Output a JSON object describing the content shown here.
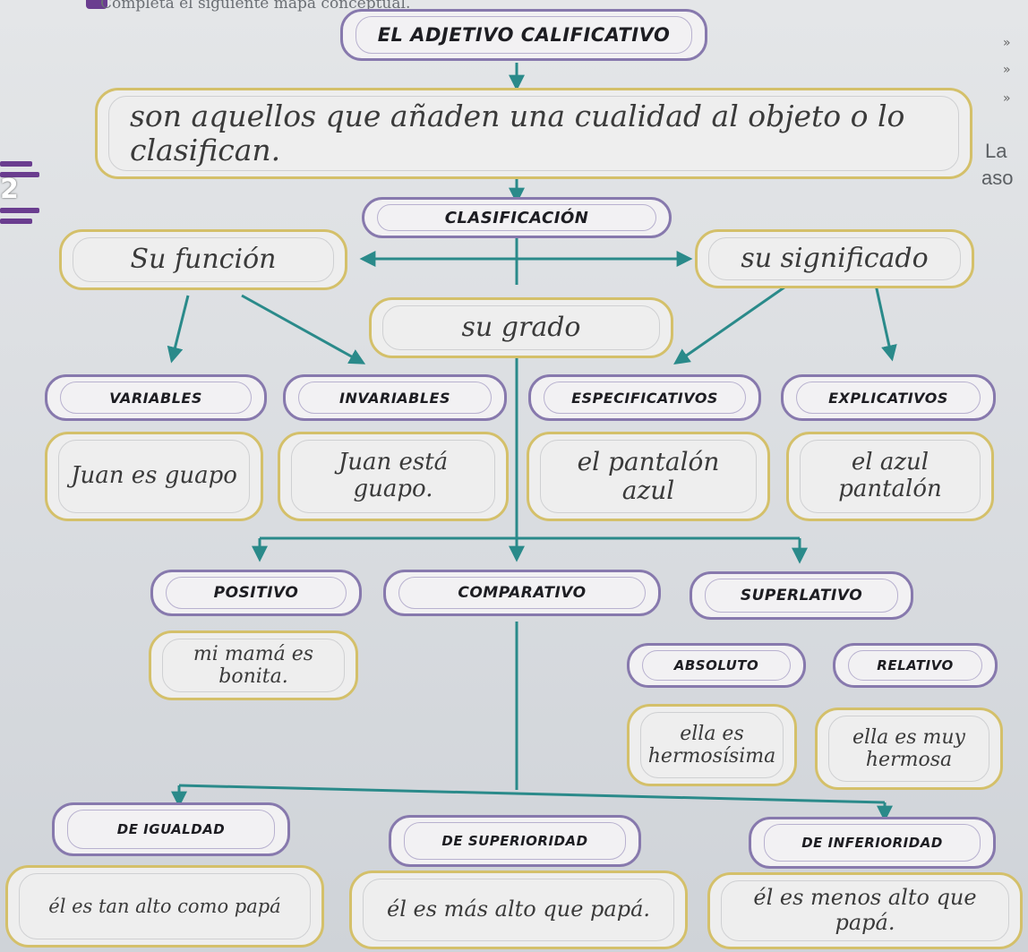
{
  "heading": "Completa el siguiente mapa conceptual.",
  "page_number": "2",
  "side_text": {
    "line1": "La",
    "line2": "aso"
  },
  "diagram": {
    "title": "EL ADJETIVO CALIFICATIVO",
    "definition": "son aquellos que añaden una cualidad al objeto o lo clasifican.",
    "classification": "CLASIFICACIÓN",
    "criteria": {
      "function": "Su función",
      "meaning": "su significado",
      "degree": "su grado"
    },
    "function_types": [
      {
        "label": "VARIABLES",
        "example": "Juan es guapo"
      },
      {
        "label": "INVARIABLES",
        "example": "Juan está guapo."
      }
    ],
    "meaning_types": [
      {
        "label": "ESPECIFICATIVOS",
        "example": "el pantalón azul"
      },
      {
        "label": "EXPLICATIVOS",
        "example": "el azul pantalón"
      }
    ],
    "degrees": {
      "positive": {
        "label": "POSITIVO",
        "example": "mi mamá es bonita."
      },
      "comparative": {
        "label": "COMPARATIVO"
      },
      "superlative": {
        "label": "SUPERLATIVO",
        "absolute": {
          "label": "ABSOLUTO",
          "example": "ella es hermosísima"
        },
        "relative": {
          "label": "RELATIVO",
          "example": "ella es muy hermosa"
        }
      }
    },
    "comparative_types": [
      {
        "label": "DE IGUALDAD",
        "example": "él es tan alto como papá"
      },
      {
        "label": "DE SUPERIORIDAD",
        "example": "él es más alto que papá."
      },
      {
        "label": "DE INFERIORIDAD",
        "example": "él es menos alto que papá."
      }
    ]
  }
}
